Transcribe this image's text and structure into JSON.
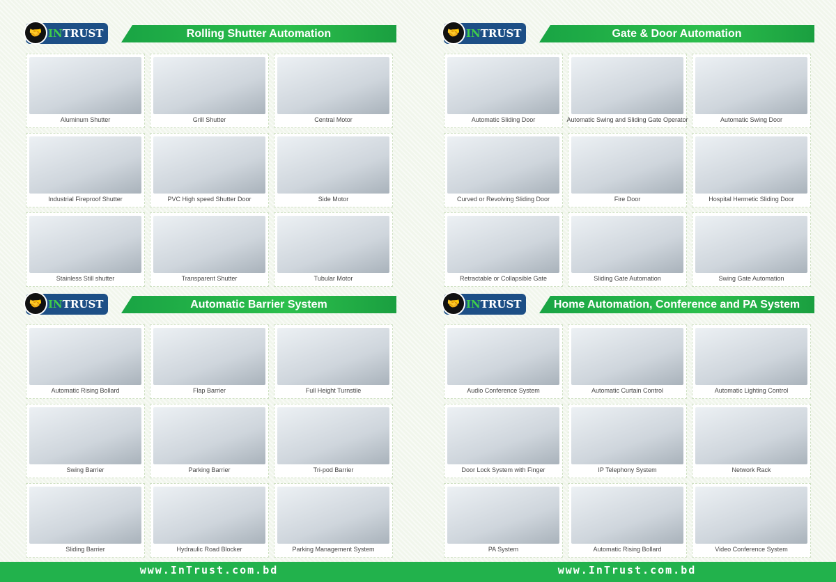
{
  "brand": {
    "prefix": "IN",
    "rest": "TRUST"
  },
  "sections": [
    {
      "title": "Rolling Shutter Automation",
      "items": [
        "Aluminum Shutter",
        "Grill Shutter",
        "Central Motor",
        "Industrial Fireproof Shutter",
        "PVC High speed Shutter Door",
        "Side Motor",
        "Stainless Still shutter",
        "Transparent Shutter",
        "Tubular Motor"
      ]
    },
    {
      "title": "Gate & Door Automation",
      "items": [
        "Automatic Sliding Door",
        "Automatic Swing and Sliding Gate Operator",
        "Automatic Swing Door",
        "Curved or Revolving Sliding Door",
        "Fire Door",
        "Hospital Hermetic Sliding Door",
        "Retractable or Collapsible Gate",
        "Sliding Gate Automation",
        "Swing Gate Automation"
      ]
    },
    {
      "title": "Automatic Barrier System",
      "items": [
        "Automatic Rising Bollard",
        "Flap Barrier",
        "Full Height Turnstile",
        "Swing Barrier",
        "Parking Barrier",
        "Tri-pod Barrier",
        "Sliding Barrier",
        "Hydraulic Road Blocker",
        "Parking Management System"
      ]
    },
    {
      "title": "Home Automation, Conference and PA System",
      "items": [
        "Audio Conference System",
        "Automatic Curtain Control",
        "Automatic Lighting Control",
        "Door Lock System with Finger",
        "IP Telephony System",
        "Network Rack",
        "PA System",
        "Automatic Rising Bollard",
        "Video Conference System"
      ]
    }
  ],
  "footer": {
    "left": "www.InTrust.com.bd",
    "right": "www.InTrust.com.bd"
  }
}
